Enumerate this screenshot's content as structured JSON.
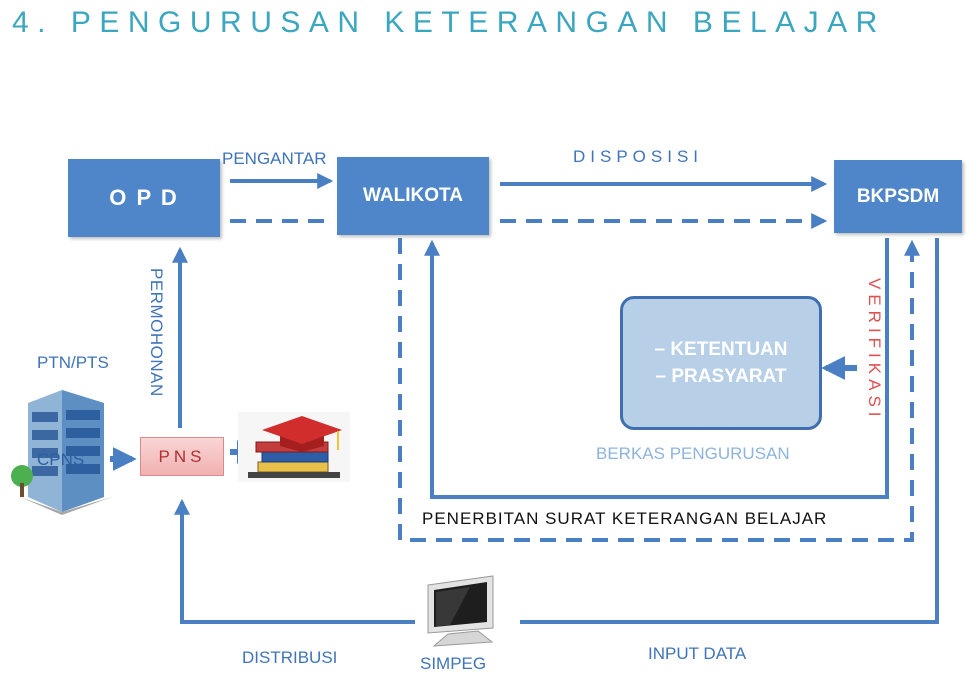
{
  "title": "4. PENGURUSAN KETERANGAN BELAJAR",
  "boxes": {
    "opd": "O P D",
    "walikota": "WALIKOTA",
    "bkpsdm": "BKPSDM",
    "pns": "PNS"
  },
  "labels": {
    "pengantar": "PENGANTAR",
    "disposisi": "DISPOSISI",
    "permohonan": "PERMOHONAN",
    "ptn_pts": "PTN/PTS",
    "cpns": "CPNS",
    "verifikasi": "VERIFIKASI",
    "berkas_pengurusan": "BERKAS PENGURUSAN",
    "penerbitan": "PENERBITAN SURAT KETERANGAN BELAJAR",
    "distribusi": "DISTRIBUSI",
    "simpeg": "SIMPEG",
    "input_data": "INPUT DATA"
  },
  "panel": {
    "line1": "– KETENTUAN",
    "line2": "– PRASYARAT"
  },
  "icons": [
    "building-icon",
    "graduation-books-icon",
    "computer-monitor-icon"
  ],
  "colors": {
    "title": "#3aa6bf",
    "box": "#4f86c9",
    "arrow": "#4a7fc4",
    "verifikasi": "#e05050",
    "panel_fill": "#b8cfe8",
    "panel_border": "#3f6fae"
  }
}
